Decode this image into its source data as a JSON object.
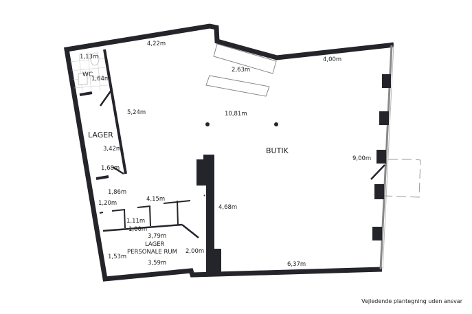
{
  "rooms": {
    "wc": "WC",
    "lager": "LAGER",
    "butik": "BUTIK",
    "lager2": "LAGER",
    "personale": "PERSONALE RUM"
  },
  "dimensions": {
    "d1": "4,22m",
    "d2": "1,13m",
    "d3": "1,64m",
    "d4": "5,24m",
    "d5": "3,42m",
    "d6": "1,68m",
    "d7": "1,86m",
    "d8": "1,20m",
    "d9": "4,15m",
    "d10": "1,11m",
    "d11": "1,00m",
    "d12": "3,79m",
    "d13": "1,53m",
    "d14": "2,00m",
    "d15": "3,59m",
    "d16": "2,63m",
    "d17": "4,00m",
    "d18": "10,81m",
    "d19": "9,00m",
    "d20": "4,68m",
    "d21": "6,37m"
  },
  "footer_note": "Vejledende plantegning uden ansvar",
  "colors": {
    "wall": "#23252b",
    "window": "#888888"
  }
}
